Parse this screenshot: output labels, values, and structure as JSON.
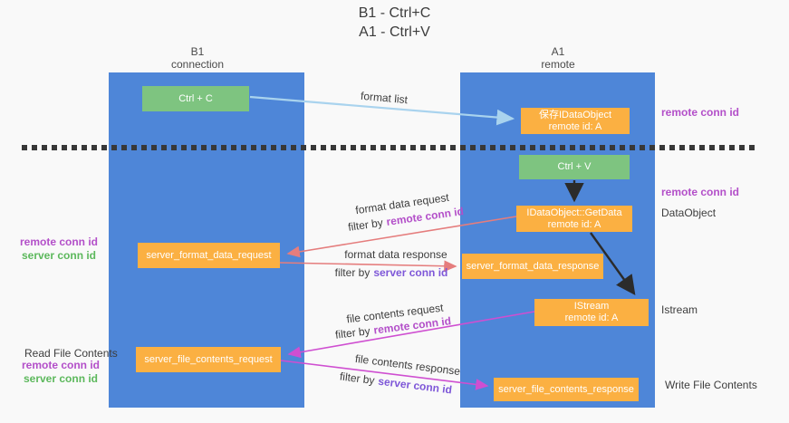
{
  "title": {
    "line1": "B1 - Ctrl+C",
    "line2": "A1 - Ctrl+V"
  },
  "lanes": {
    "left": {
      "name": "B1",
      "role": "connection"
    },
    "right": {
      "name": "A1",
      "role": "remote"
    }
  },
  "boxes": {
    "ctrl_c": {
      "label": "Ctrl + C"
    },
    "save_dataobject": {
      "line1": "保存IDataObject",
      "line2": "remote id: A"
    },
    "ctrl_v": {
      "label": "Ctrl + V"
    },
    "getdata": {
      "line1": "IDataObject::GetData",
      "line2": "remote id: A"
    },
    "format_request": {
      "label": "server_format_data_request"
    },
    "format_response": {
      "label": "server_format_data_response"
    },
    "istream": {
      "line1": "IStream",
      "line2": "remote id: A"
    },
    "file_request": {
      "label": "server_file_contents_request"
    },
    "file_response": {
      "label": "server_file_contents_response"
    }
  },
  "arrow_labels": {
    "format_list": "format list",
    "format_data_request": "format data request",
    "format_data_response": "format data response",
    "file_contents_request": "file contents request",
    "file_contents_response": "file contents response",
    "filter_by": "filter by",
    "remote_conn_id": "remote conn id",
    "server_conn_id": "server conn id"
  },
  "side_labels": {
    "right_remote_conn_id_top": "remote conn id",
    "right_remote_conn_id_mid": "remote conn id",
    "dataobject": "DataObject",
    "istream": "Istream",
    "write_file_contents": "Write File Contents",
    "left_remote_conn_id_top": "remote conn id",
    "left_server_conn_id_top": "server conn id",
    "read_file_contents": "Read File Contents",
    "left_remote_conn_id_bottom": "remote conn id",
    "left_server_conn_id_bottom": "server conn id"
  },
  "colors": {
    "lane_blue": "#4e86d8",
    "box_green": "#7ec480",
    "box_orange": "#fbb042",
    "arrow_light_blue": "#a9d3ee",
    "arrow_salmon": "#e57d7d",
    "arrow_magenta": "#cf4fd1",
    "arrow_black": "#2b2b2b",
    "label_purple": "#b34fc9",
    "label_violet": "#7e57d8",
    "label_green": "#5cb85c"
  }
}
